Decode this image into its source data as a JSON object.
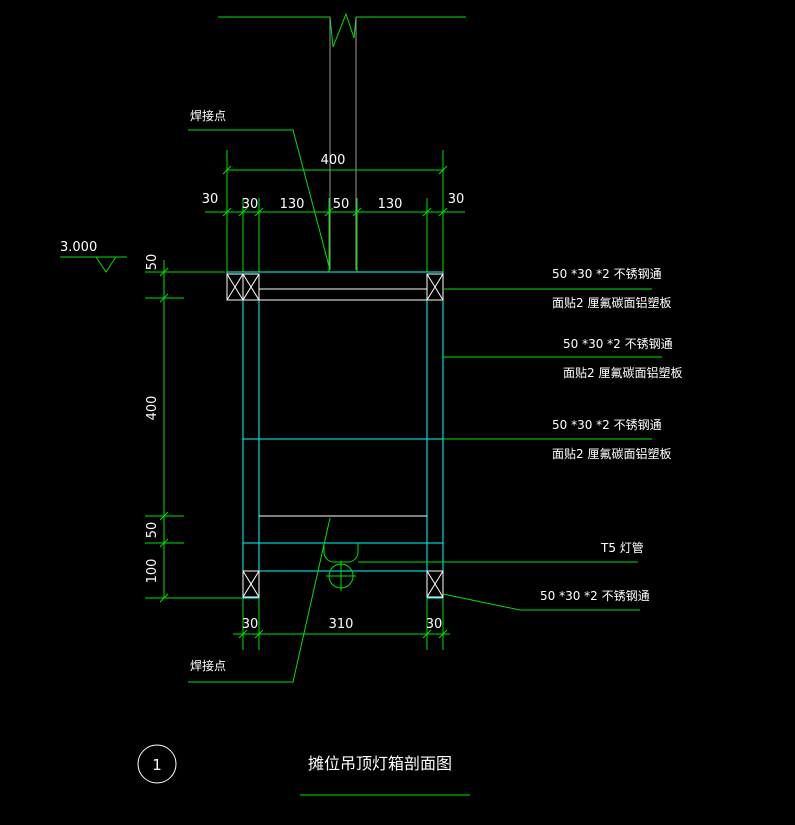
{
  "drawing": {
    "title": "摊位吊顶灯箱剖面图",
    "callout_number": "1",
    "elevation": "3.000"
  },
  "dimensions": {
    "top_total": "400",
    "top_left_outer": "30",
    "top_left": "30",
    "top_mid_left": "130",
    "top_center": "50",
    "top_mid_right": "130",
    "top_right_outer": "30",
    "left_top": "50",
    "left_main": "400",
    "left_lower": "50",
    "left_bottom": "100",
    "bottom_left": "30",
    "bottom_mid": "310",
    "bottom_right": "30"
  },
  "labels": {
    "weld_top": "焊接点",
    "weld_bottom": "焊接点",
    "note1_line1": "50 *30 *2 不锈钢通",
    "note1_line2": "面贴2 厘氟碳面铝塑板",
    "note2_line1": "50 *30 *2 不锈钢通",
    "note2_line2": "面贴2 厘氟碳面铝塑板",
    "note3_line1": "50 *30 *2 不锈钢通",
    "note3_line2": "面贴2 厘氟碳面铝塑板",
    "note4": "T5 灯管",
    "note5": "50 *30 *2 不锈钢通"
  },
  "colors": {
    "background": "#000000",
    "leader_green": "#00e000",
    "frame_cyan": "#00ffff",
    "text_white": "#ffffff"
  }
}
